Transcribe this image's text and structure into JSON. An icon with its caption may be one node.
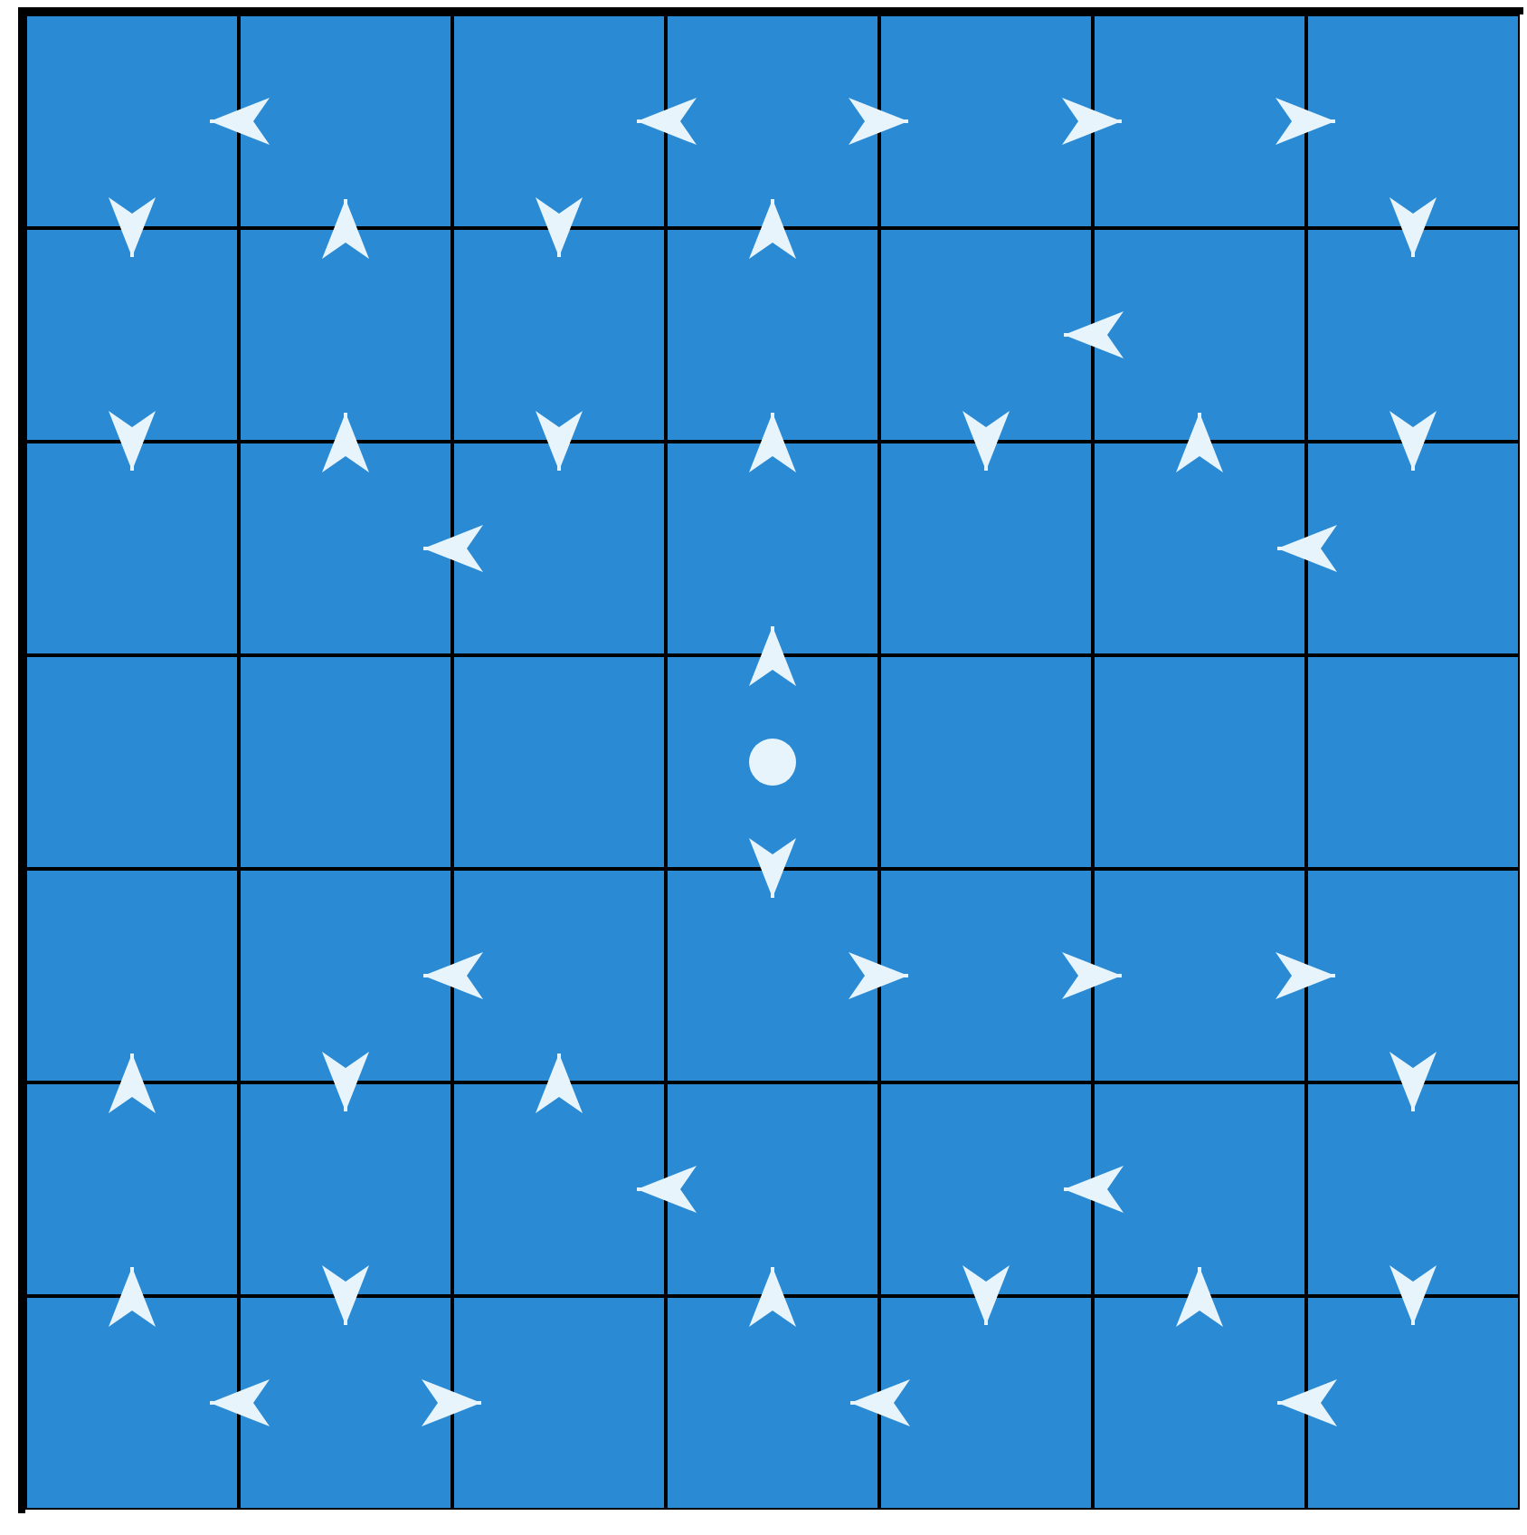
{
  "diagram": {
    "nodes": [
      {
        "text": [],
        "shape": "box"
      },
      {
        "text": [],
        "shape": "box"
      },
      {
        "text": [],
        "shape": "box"
      },
      {
        "text": [],
        "shape": "box"
      },
      {
        "text": [],
        "shape": "box"
      },
      {
        "text": [],
        "shape": "box"
      },
      {
        "text": [],
        "shape": "box"
      },
      {
        "text": [],
        "shape": "box"
      },
      {
        "text": [],
        "shape": "box"
      },
      {
        "text": [],
        "shape": "box"
      },
      {
        "text": [],
        "shape": "box"
      },
      {
        "text": [],
        "shape": "box"
      },
      {
        "text": [],
        "shape": "box"
      },
      {
        "text": [],
        "shape": "box"
      },
      {
        "text": [],
        "shape": "box"
      },
      {
        "text": [],
        "shape": "box"
      },
      {
        "text": [],
        "shape": "box"
      },
      {
        "text": [],
        "shape": "box"
      },
      {
        "text": [],
        "shape": "box"
      },
      {
        "text": [],
        "shape": "box"
      },
      {
        "text": [],
        "shape": "box"
      },
      {
        "text": [],
        "shape": "box"
      },
      {
        "text": [],
        "shape": "box"
      },
      {
        "text": [],
        "shape": "box"
      },
      {
        "text": [],
        "shape": "box"
      },
      {
        "text": [],
        "shape": "box"
      },
      {
        "text": [],
        "shape": "box"
      },
      {
        "text": [],
        "shape": "box"
      },
      {
        "text": [],
        "shape": "box"
      },
      {
        "text": [],
        "shape": "box"
      },
      {
        "text": [],
        "shape": "box"
      },
      {
        "text": [],
        "shape": "box"
      },
      {
        "text": [],
        "shape": "box"
      },
      {
        "text": [],
        "shape": "box"
      },
      {
        "text": [],
        "shape": "box"
      },
      {
        "text": [],
        "shape": "box"
      },
      {
        "text": [],
        "shape": "box"
      },
      {
        "text": [],
        "shape": "box"
      },
      {
        "text": [],
        "shape": "box"
      },
      {
        "text": [],
        "shape": "box"
      },
      {
        "text": [],
        "shape": "box"
      },
      {
        "text": [],
        "shape": "box"
      },
      {
        "text": [],
        "shape": "box"
      },
      {
        "text": [],
        "shape": "box"
      },
      {
        "text": [],
        "shape": "box"
      },
      {
        "text": [],
        "shape": "box"
      },
      {
        "text": [],
        "shape": "box"
      },
      {
        "text": [],
        "shape": "box"
      },
      {
        "text": [],
        "shape": "box"
      },
      {
        "text": [],
        "shape": "circle",
        "in": 24
      }
    ],
    "edges": [
      {
        "from": 1,
        "to": 0,
        "arrow": "to"
      },
      {
        "from": 3,
        "to": 2,
        "arrow": "to"
      },
      {
        "from": 3,
        "to": 4,
        "arrow": "to"
      },
      {
        "from": 4,
        "to": 5,
        "arrow": "to"
      },
      {
        "from": 5,
        "to": 6,
        "arrow": "to"
      },
      {
        "from": 0,
        "to": 7,
        "arrow": "to"
      },
      {
        "from": 8,
        "to": 1,
        "arrow": "to"
      },
      {
        "from": 2,
        "to": 9,
        "arrow": "to"
      },
      {
        "from": 10,
        "to": 3,
        "arrow": "to"
      },
      {
        "from": 6,
        "to": 13,
        "arrow": "to"
      },
      {
        "from": 12,
        "to": 11,
        "arrow": "to"
      },
      {
        "from": 7,
        "to": 14,
        "arrow": "to"
      },
      {
        "from": 15,
        "to": 8,
        "arrow": "to"
      },
      {
        "from": 9,
        "to": 16,
        "arrow": "to"
      },
      {
        "from": 17,
        "to": 10,
        "arrow": "to"
      },
      {
        "from": 11,
        "to": 18,
        "arrow": "to"
      },
      {
        "from": 19,
        "to": 12,
        "arrow": "to"
      },
      {
        "from": 13,
        "to": 20,
        "arrow": "to"
      },
      {
        "from": 16,
        "to": 15,
        "arrow": "to"
      },
      {
        "from": 20,
        "to": 19,
        "arrow": "to"
      },
      {
        "from": 24,
        "to": 17,
        "arrow": "to"
      },
      {
        "from": 24,
        "to": 31,
        "arrow": "to"
      },
      {
        "from": 30,
        "to": 29,
        "arrow": "to"
      },
      {
        "from": 31,
        "to": 32,
        "arrow": "to"
      },
      {
        "from": 32,
        "to": 33,
        "arrow": "to"
      },
      {
        "from": 33,
        "to": 34,
        "arrow": "to"
      },
      {
        "from": 35,
        "to": 28,
        "arrow": "to"
      },
      {
        "from": 29,
        "to": 36,
        "arrow": "to"
      },
      {
        "from": 37,
        "to": 30,
        "arrow": "to"
      },
      {
        "from": 34,
        "to": 41,
        "arrow": "to"
      },
      {
        "from": 38,
        "to": 37,
        "arrow": "to"
      },
      {
        "from": 40,
        "to": 39,
        "arrow": "to"
      },
      {
        "from": 42,
        "to": 35,
        "arrow": "to"
      },
      {
        "from": 36,
        "to": 43,
        "arrow": "to"
      },
      {
        "from": 45,
        "to": 38,
        "arrow": "to"
      },
      {
        "from": 39,
        "to": 46,
        "arrow": "to"
      },
      {
        "from": 47,
        "to": 40,
        "arrow": "to"
      },
      {
        "from": 41,
        "to": 48,
        "arrow": "to"
      },
      {
        "from": 43,
        "to": 42,
        "arrow": "to"
      },
      {
        "from": 43,
        "to": 44,
        "arrow": "to"
      },
      {
        "from": 46,
        "to": 45,
        "arrow": "to"
      },
      {
        "from": 48,
        "to": 47,
        "arrow": "to"
      }
    ]
  }
}
